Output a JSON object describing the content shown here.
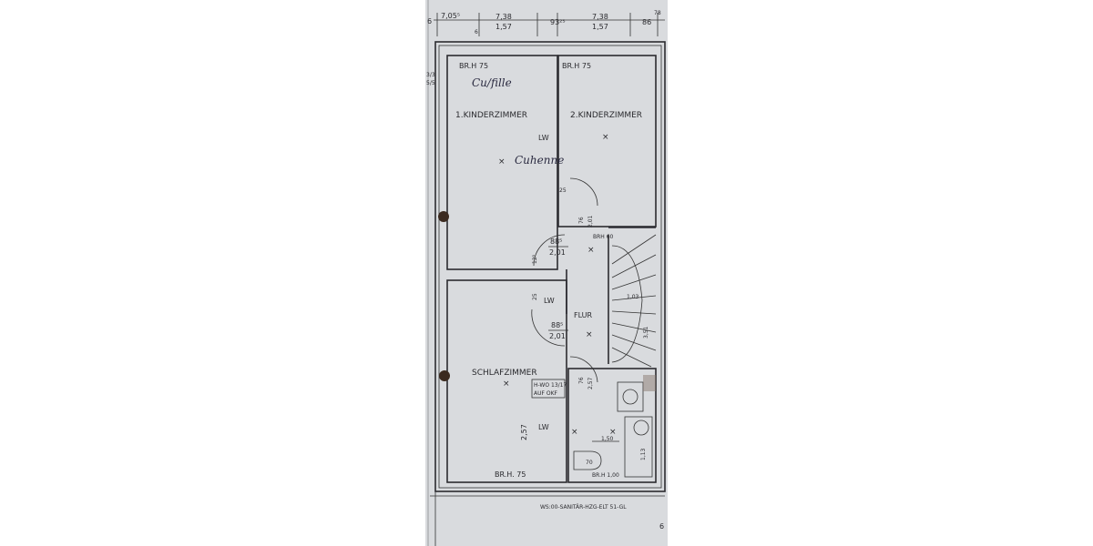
{
  "document": {
    "footer_code": "WS:00-SANITÄR-HZG-ELT 51-GL",
    "page_mark": "6",
    "top_dimensions": {
      "left_margin": "6",
      "first": "7,05⁵",
      "window1_top": "7,38",
      "window1_bottom": "1,57",
      "pier": "93²⁵",
      "window2_top": "7,38",
      "window2_bottom": "1,57",
      "right": "86",
      "right_corner": "78",
      "stub": "6"
    },
    "side_marks": {
      "upper": "3/3",
      "lower": "5/5"
    }
  },
  "rooms": {
    "kinder1": {
      "name": "1.KINDERZIMMER",
      "sill": "BR.H  75",
      "note": "Cu/fille",
      "lw": "LW"
    },
    "kinder2": {
      "name": "2.KINDERZIMMER",
      "sill": "BR.H  75",
      "note": "Cuhenne"
    },
    "flur": {
      "name": "FLUR",
      "door1_w": "88⁵",
      "door1_h": "2,01",
      "door2_w": "88⁵",
      "door2_h": "2,01",
      "lw": "LW",
      "wall": "25",
      "wall2": "12⁵",
      "sill": "BRH 60"
    },
    "door_k2": {
      "w": "76",
      "h": "2,01",
      "wall": "25"
    },
    "stairs": {
      "width": "1,03",
      "length": "3,51"
    },
    "schlafzimmer": {
      "name": "SCHLAFZIMMER",
      "sill": "BR.H.   75",
      "height": "2,57",
      "lw": "LW",
      "note_line1": "H-WO 13/17",
      "note_line2": "AUF OKF"
    },
    "bad": {
      "door_w": "76",
      "door_h": "2,57",
      "width": "1,50",
      "tub": "1,13",
      "wc": "70",
      "sill": "BR.H   1,00"
    }
  }
}
